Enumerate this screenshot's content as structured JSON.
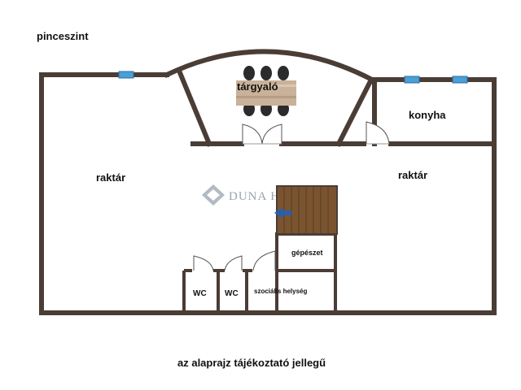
{
  "plan": {
    "level_title": "pinceszint",
    "footer_note": "az alaprajz tájékoztató jellegű",
    "watermark": "DUNA HOUSE",
    "watermark_mark": "®",
    "rooms": {
      "left_storage": "raktár",
      "right_storage": "raktár",
      "meeting_room": "tárgyaló",
      "kitchen": "konyha",
      "mechanical": "gépészet",
      "wc_1": "WC",
      "wc_2": "WC",
      "social_room": "szociális helység"
    }
  },
  "colors": {
    "wall": "#4a3d36",
    "window": "#4a9fd6",
    "stairs": "#7a5430",
    "arrow": "#2a5fa8",
    "table": "#c9b299"
  }
}
